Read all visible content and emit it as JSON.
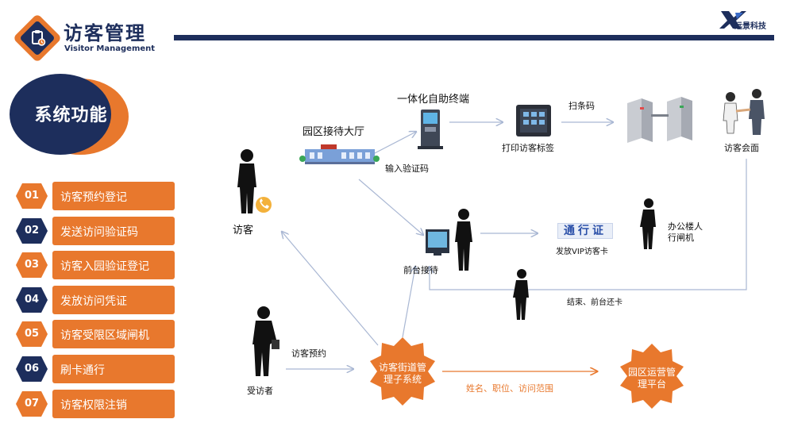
{
  "header": {
    "title": "访客管理",
    "subtitle": "Visitor Management",
    "brand_name": "远景科技"
  },
  "features": {
    "title": "系统功能",
    "items": [
      {
        "num": "01",
        "label": "访客预约登记"
      },
      {
        "num": "02",
        "label": "发送访问验证码"
      },
      {
        "num": "03",
        "label": "访客入园验证登记"
      },
      {
        "num": "04",
        "label": "发放访问凭证"
      },
      {
        "num": "05",
        "label": "访客受限区域闸机"
      },
      {
        "num": "06",
        "label": "刷卡通行"
      },
      {
        "num": "07",
        "label": "访客权限注销"
      }
    ]
  },
  "diagram": {
    "visitor": "访客",
    "reception_hall": "园区接待大厅",
    "kiosk": "一体化自助终端",
    "input_code": "输入验证码",
    "print_label": "打印访客标签",
    "scan_code": "扫条码",
    "visitor_meeting": "访客会面",
    "front_desk": "前台接待",
    "pass_card": "通行证",
    "issue_vip": "发放VIP访客卡",
    "office_gate_line1": "办公楼人",
    "office_gate_line2": "行闸机",
    "return_card": "结束、前台还卡",
    "host": "受访者",
    "appointment": "访客预约",
    "street_system_line1": "访客街道管",
    "street_system_line2": "理子系统",
    "info_fields": "姓名、职位、访问范围",
    "platform_line1": "园区运营管",
    "platform_line2": "理平台"
  },
  "colors": {
    "navy": "#1d2e5c",
    "orange": "#e8782d",
    "arrow": "#a9b7d3"
  }
}
